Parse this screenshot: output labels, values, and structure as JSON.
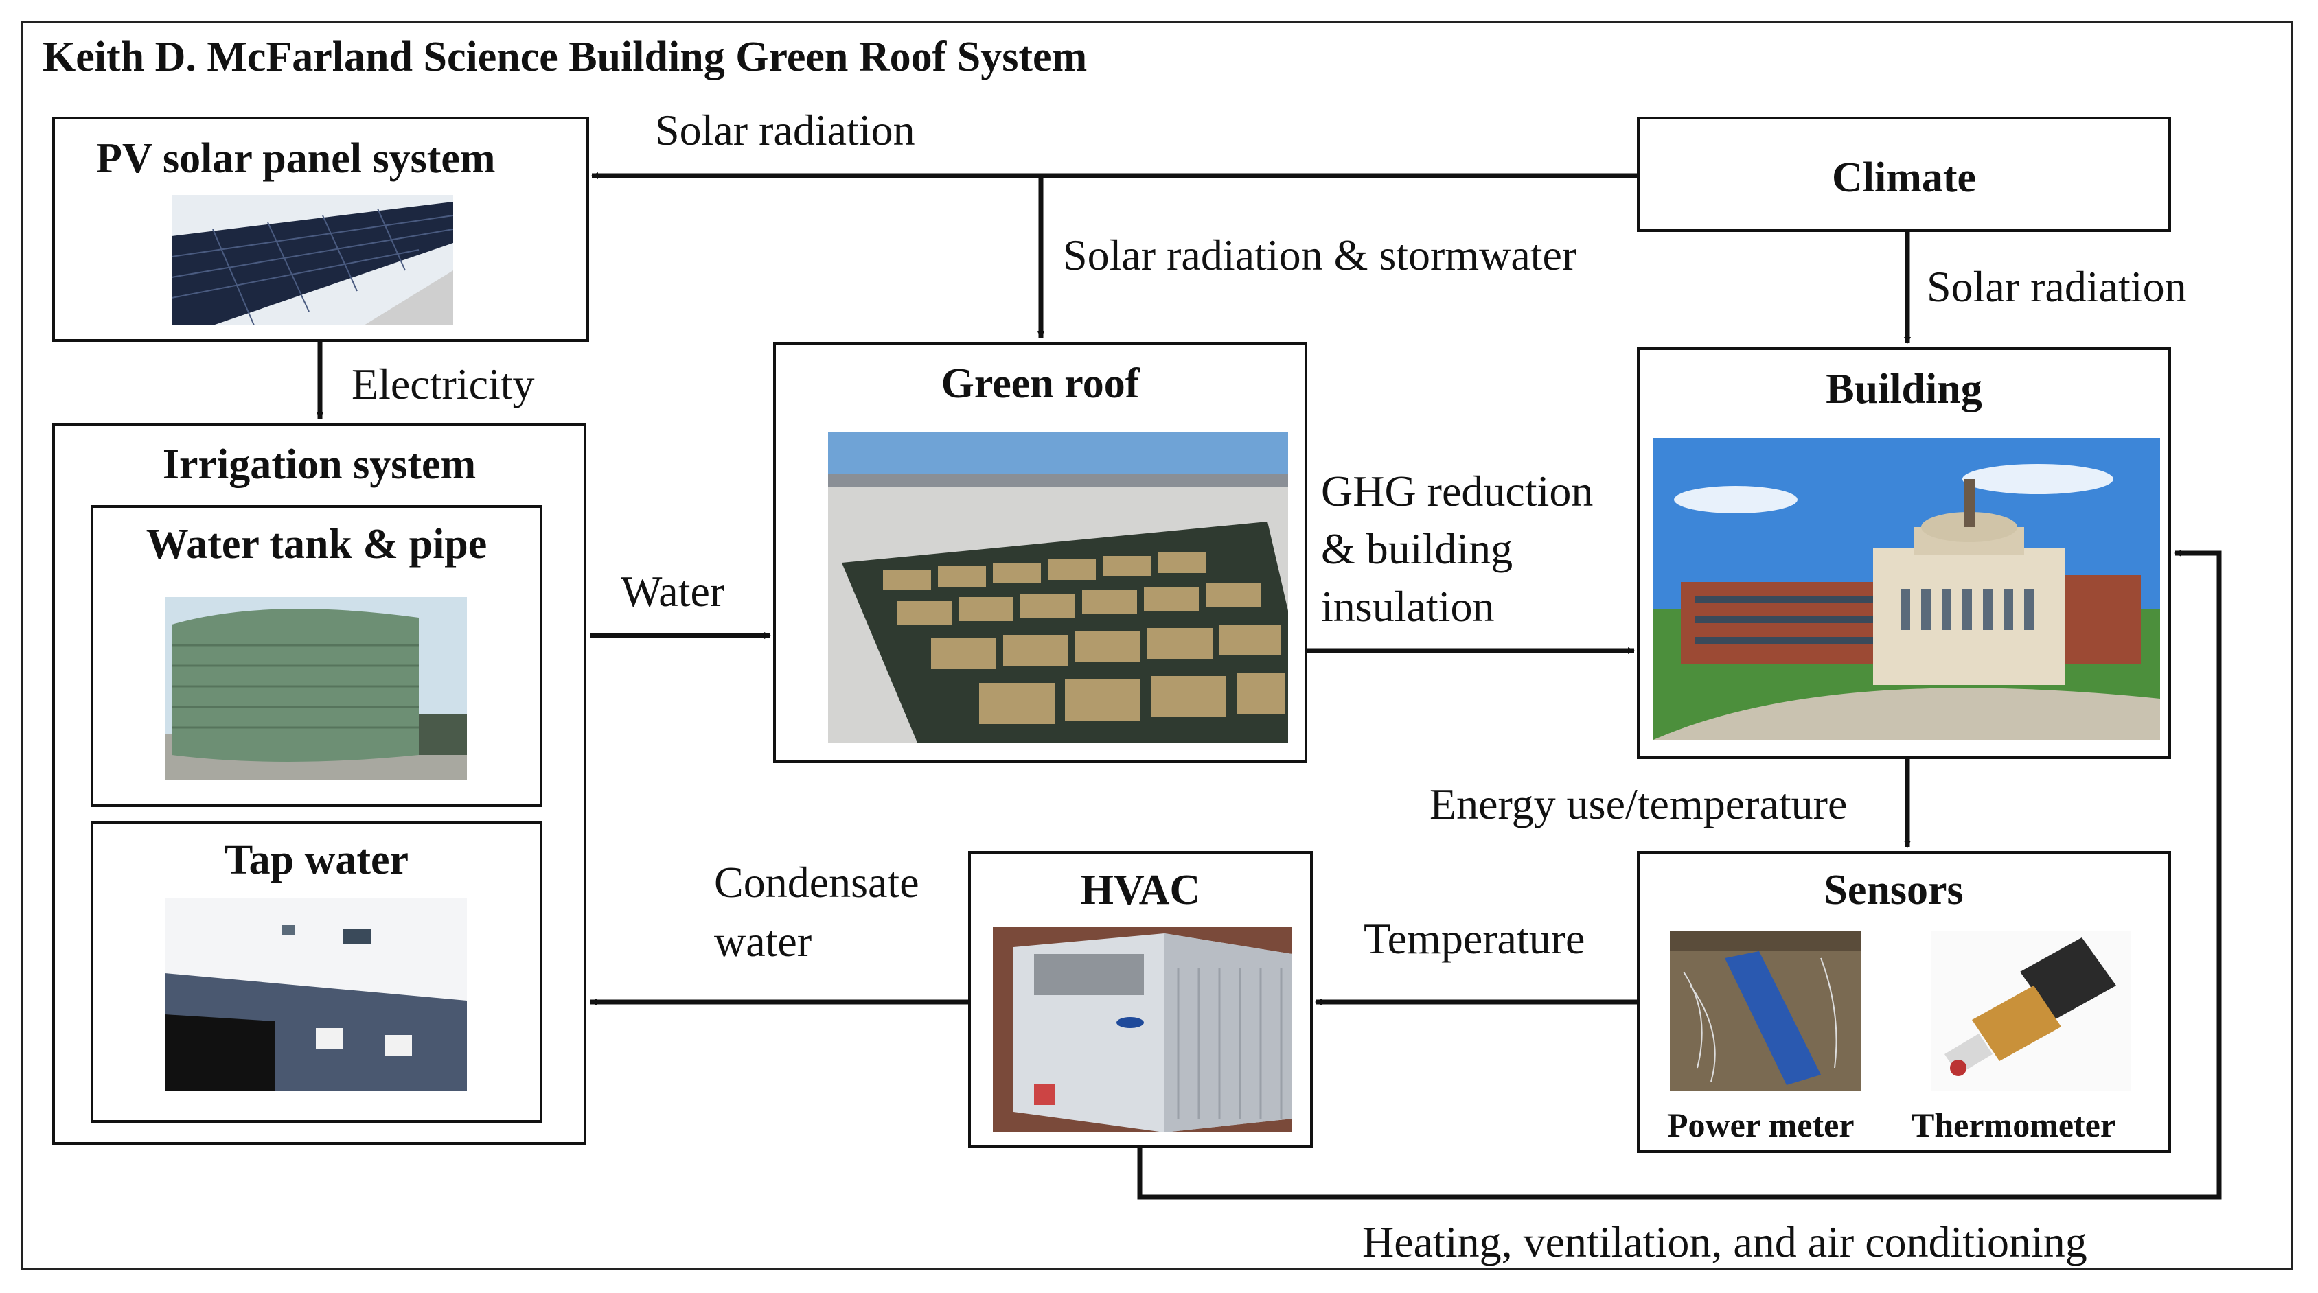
{
  "diagram": {
    "title": "Keith D. McFarland Science Building Green Roof System",
    "nodes": {
      "pv": {
        "label": "PV solar panel system",
        "image": "solar-panels-photo"
      },
      "climate": {
        "label": "Climate"
      },
      "green_roof": {
        "label": "Green roof",
        "image": "green-roof-photo"
      },
      "building": {
        "label": "Building",
        "image": "building-photo"
      },
      "irrigation": {
        "label": "Irrigation system"
      },
      "water_tank": {
        "label": "Water tank & pipe",
        "image": "water-tank-photo"
      },
      "tap_water": {
        "label": "Tap water",
        "image": "tap-water-photo"
      },
      "hvac": {
        "label": "HVAC",
        "image": "hvac-unit-photo"
      },
      "sensors": {
        "label": "Sensors",
        "items": [
          {
            "label": "Power meter",
            "image": "power-meter-photo"
          },
          {
            "label": "Thermometer",
            "image": "thermometer-photo"
          }
        ]
      }
    },
    "edges": {
      "climate_to_pv": "Solar radiation",
      "climate_to_green_roof": "Solar radiation & stormwater",
      "climate_to_building": "Solar radiation",
      "pv_to_irrigation": "Electricity",
      "irrigation_to_green_roof": "Water",
      "green_roof_to_building": [
        "GHG reduction",
        "& building",
        "insulation"
      ],
      "building_to_sensors": "Energy use/temperature",
      "sensors_to_hvac": "Temperature",
      "hvac_to_irrigation": [
        "Condensate",
        "water"
      ],
      "hvac_to_building": "Heating, ventilation, and air conditioning"
    }
  }
}
